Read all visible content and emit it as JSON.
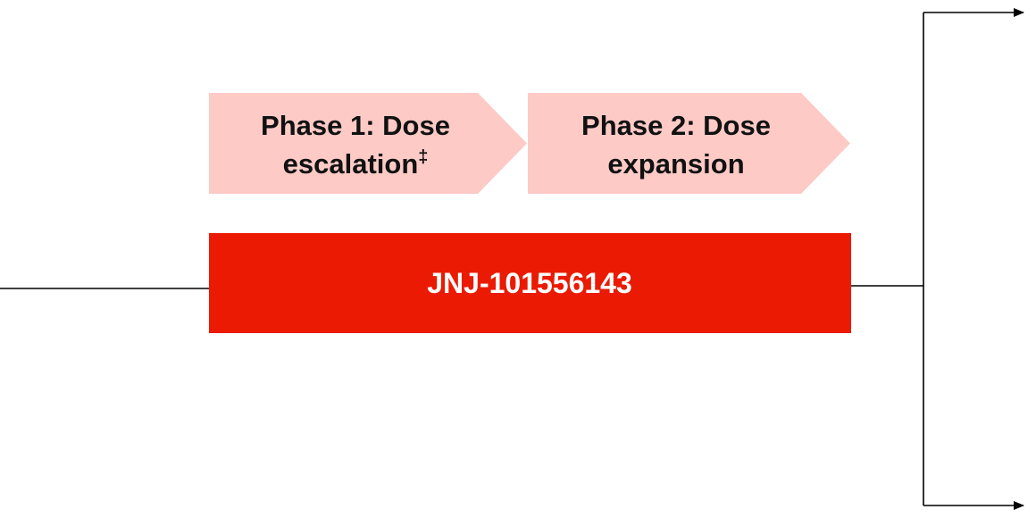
{
  "phases": [
    {
      "line1": "Phase 1: Dose",
      "line2": "escalation",
      "footnote_mark": "‡"
    },
    {
      "line1": "Phase 2: Dose",
      "line2": "expansion",
      "footnote_mark": ""
    }
  ],
  "drug": {
    "label": "JNJ-101556143"
  },
  "colors": {
    "phase_fill": "#fdcac6",
    "drug_fill": "#eb1a02",
    "line": "#000000"
  }
}
